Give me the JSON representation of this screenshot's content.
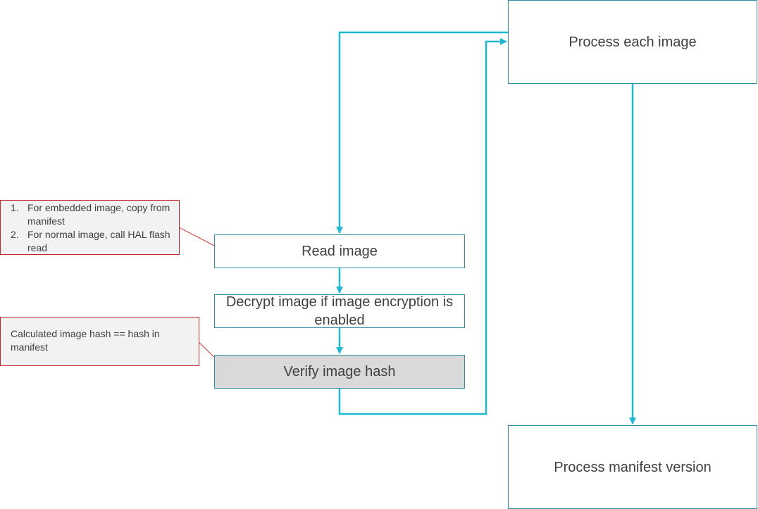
{
  "diagram": {
    "colors": {
      "connector": "#1fb8d0",
      "box_border": "#2e8fa3",
      "note_border": "#c0282d",
      "note_fill": "#f2f2f2",
      "highlight_fill": "#d9d9d9",
      "text": "#404040"
    },
    "nodes": {
      "process_each_image": "Process each image",
      "read_image": "Read image",
      "decrypt_image": "Decrypt image if image encryption is enabled",
      "verify_hash": "Verify image hash",
      "process_manifest_version": "Process manifest version"
    },
    "notes": {
      "read_note": {
        "items": [
          {
            "num": "1.",
            "text": "For embedded image, copy from manifest"
          },
          {
            "num": "2.",
            "text": "For normal image, call HAL flash read"
          }
        ]
      },
      "verify_note": {
        "text": "Calculated image hash == hash in manifest"
      }
    },
    "edges": [
      {
        "from": "process_each_image",
        "to": "read_image"
      },
      {
        "from": "read_image",
        "to": "decrypt_image"
      },
      {
        "from": "decrypt_image",
        "to": "verify_hash"
      },
      {
        "from": "verify_hash",
        "to": "process_each_image"
      },
      {
        "from": "process_each_image",
        "to": "process_manifest_version"
      }
    ]
  }
}
